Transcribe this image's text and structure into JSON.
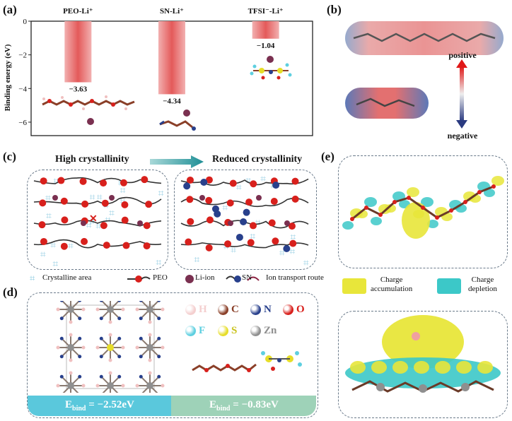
{
  "panels": {
    "a": "(a)",
    "b": "(b)",
    "c": "(c)",
    "d": "(d)",
    "e": "(e)"
  },
  "chart_data": {
    "type": "bar",
    "categories": [
      "PEO-Li⁺",
      "SN-Li⁺",
      "TFSI⁻-Li⁺"
    ],
    "values": [
      -3.63,
      -4.34,
      -1.04
    ],
    "value_labels": [
      "−3.63",
      "−4.34",
      "−1.04"
    ],
    "ylabel": "Binding energy (eV)",
    "ylim": [
      -6.8,
      0
    ],
    "yticks": [
      0,
      -2,
      -4,
      -6
    ],
    "ytick_labels": [
      "0",
      "−2",
      "−4",
      "−6"
    ],
    "bar_color": "#e45a5a"
  },
  "esp": {
    "positive": "positive",
    "negative": "negative"
  },
  "crystallinity": {
    "left_title": "High crystallinity",
    "right_title": "Reduced crystallinity",
    "legend": {
      "crystalline": "Crystalline area",
      "peo": "PEO",
      "li": "Li-ion",
      "sn": "SN",
      "route": "Ion transport route"
    }
  },
  "elements": [
    {
      "symbol": "H",
      "color": "#f4cfcf"
    },
    {
      "symbol": "C",
      "color": "#8a3f28"
    },
    {
      "symbol": "N",
      "color": "#28408c"
    },
    {
      "symbol": "O",
      "color": "#d8201c"
    },
    {
      "symbol": "F",
      "color": "#5ecfe0"
    },
    {
      "symbol": "S",
      "color": "#e6dd28"
    },
    {
      "symbol": "Zn",
      "color": "#8f8f8f"
    }
  ],
  "ebind": {
    "left_prefix": "E",
    "left_sub": "bind",
    "left_value": " = −2.52eV",
    "right_prefix": "E",
    "right_sub": "bind",
    "right_value": " = −0.83eV"
  },
  "charge": {
    "accumulation": "Charge\naccumulation",
    "accumulation_l1": "Charge",
    "accumulation_l2": "accumulation",
    "depletion_l1": "Charge",
    "depletion_l2": "depletion",
    "acc_color": "#e8e63a",
    "dep_color": "#3cc8c8"
  }
}
